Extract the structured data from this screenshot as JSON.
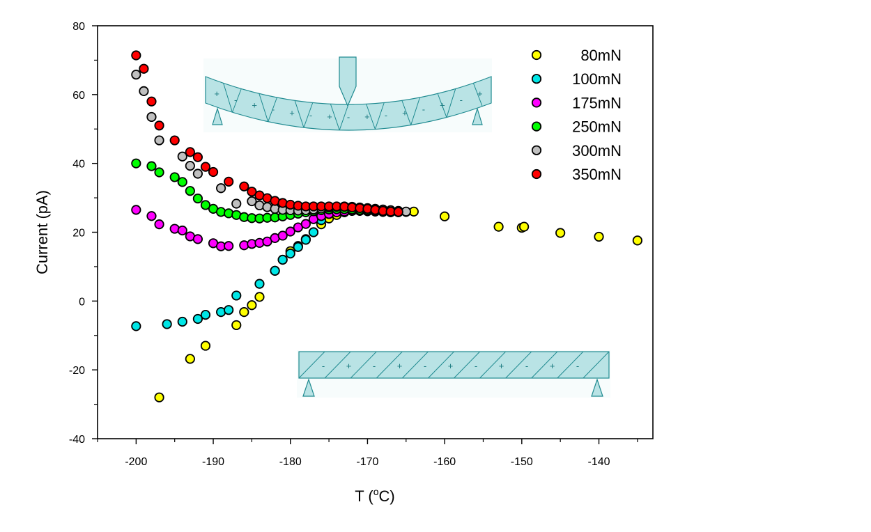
{
  "chart_data": {
    "type": "scatter",
    "title": "",
    "xlabel": "T (",
    "xlabel_sup": "o",
    "xlabel_unit": "C)",
    "ylabel": "Current (pA)",
    "xlim": [
      -205,
      -133
    ],
    "ylim": [
      -40,
      80
    ],
    "xticks": [
      -200,
      -190,
      -180,
      -170,
      -160,
      -150,
      -140
    ],
    "yticks": [
      -40,
      -20,
      0,
      20,
      40,
      60,
      80
    ],
    "grid": false,
    "legend_position": "top-right",
    "series": [
      {
        "name": "80mN",
        "color": "#ffff00",
        "points": [
          [
            -197,
            -28
          ],
          [
            -193,
            -16.8
          ],
          [
            -191,
            -13
          ],
          [
            -187,
            -7
          ],
          [
            -186,
            -3.2
          ],
          [
            -185,
            -1.2
          ],
          [
            -184,
            1.2
          ],
          [
            -182,
            8.8
          ],
          [
            -181,
            12
          ],
          [
            -180,
            14.5
          ],
          [
            -179,
            16
          ],
          [
            -178,
            18
          ],
          [
            -177,
            20
          ],
          [
            -176,
            22.3
          ],
          [
            -175,
            24
          ],
          [
            -174,
            25
          ],
          [
            -173,
            25.8
          ],
          [
            -172,
            26.2
          ],
          [
            -170,
            26.2
          ],
          [
            -168,
            26
          ],
          [
            -166,
            26
          ],
          [
            -164,
            26
          ],
          [
            -160,
            24.6
          ],
          [
            -153,
            21.6
          ],
          [
            -150,
            21.3
          ],
          [
            -149.7,
            21.6
          ],
          [
            -145,
            19.8
          ],
          [
            -140,
            18.7
          ],
          [
            -135,
            17.6
          ]
        ]
      },
      {
        "name": "100mN",
        "color": "#00e6e6",
        "points": [
          [
            -200,
            -7.3
          ],
          [
            -196,
            -6.7
          ],
          [
            -194,
            -6
          ],
          [
            -192,
            -5.2
          ],
          [
            -191,
            -4
          ],
          [
            -189,
            -3.2
          ],
          [
            -188,
            -2.6
          ],
          [
            -187,
            1.6
          ],
          [
            -184,
            5
          ],
          [
            -182,
            8.8
          ],
          [
            -181,
            12
          ],
          [
            -180,
            13.8
          ],
          [
            -179,
            15.7
          ],
          [
            -178,
            17.8
          ],
          [
            -177,
            20
          ],
          [
            -176,
            23.5
          ],
          [
            -175,
            25.3
          ],
          [
            -174,
            26.3
          ],
          [
            -173,
            26.8
          ],
          [
            -172,
            26.8
          ],
          [
            -171,
            26.7
          ],
          [
            -170,
            26.5
          ],
          [
            -169,
            26.3
          ],
          [
            -168,
            26.1
          ],
          [
            -167,
            26
          ]
        ]
      },
      {
        "name": "175mN",
        "color": "#ff00ff",
        "points": [
          [
            -200,
            26.5
          ],
          [
            -198,
            24.7
          ],
          [
            -197,
            22.3
          ],
          [
            -195,
            21
          ],
          [
            -194,
            20.5
          ],
          [
            -193,
            18.8
          ],
          [
            -192,
            18
          ],
          [
            -190,
            16.8
          ],
          [
            -189,
            15.9
          ],
          [
            -188,
            16
          ],
          [
            -186,
            16.2
          ],
          [
            -185,
            16.6
          ],
          [
            -184,
            16.9
          ],
          [
            -183,
            17.3
          ],
          [
            -182,
            18.3
          ],
          [
            -181,
            19
          ],
          [
            -180,
            20.2
          ],
          [
            -179,
            21.4
          ],
          [
            -178,
            22.4
          ],
          [
            -177,
            23.8
          ],
          [
            -176,
            24.7
          ],
          [
            -175,
            25.3
          ],
          [
            -174,
            25.8
          ],
          [
            -173,
            26
          ],
          [
            -172,
            26.2
          ],
          [
            -171,
            26.2
          ],
          [
            -170,
            26.1
          ],
          [
            -169,
            26
          ],
          [
            -168,
            25.9
          ],
          [
            -167,
            25.8
          ],
          [
            -166,
            25.8
          ]
        ]
      },
      {
        "name": "250mN",
        "color": "#00ff00",
        "points": [
          [
            -200,
            40
          ],
          [
            -198,
            39.2
          ],
          [
            -197,
            37.4
          ],
          [
            -195,
            36
          ],
          [
            -194,
            34.6
          ],
          [
            -193,
            32
          ],
          [
            -192,
            29.8
          ],
          [
            -191,
            27.9
          ],
          [
            -190,
            26.8
          ],
          [
            -189,
            25.9
          ],
          [
            -188,
            25.5
          ],
          [
            -187,
            25
          ],
          [
            -186,
            24.4
          ],
          [
            -185,
            24.1
          ],
          [
            -184,
            24
          ],
          [
            -183,
            24.2
          ],
          [
            -182,
            24.3
          ],
          [
            -181,
            24.6
          ],
          [
            -180,
            25
          ],
          [
            -179,
            25.4
          ],
          [
            -178,
            25.8
          ],
          [
            -177,
            26.1
          ],
          [
            -176,
            26.4
          ],
          [
            -175,
            26.6
          ],
          [
            -174,
            26.7
          ],
          [
            -173,
            26.7
          ],
          [
            -172,
            26.6
          ],
          [
            -171,
            26.5
          ],
          [
            -170,
            26.4
          ],
          [
            -169,
            26.3
          ],
          [
            -168,
            26.2
          ],
          [
            -167,
            26.1
          ],
          [
            -166,
            26
          ],
          [
            -165,
            25.9
          ]
        ]
      },
      {
        "name": "300mN",
        "color": "#c0c0c0",
        "points": [
          [
            -200,
            65.8
          ],
          [
            -199,
            61
          ],
          [
            -198,
            53.5
          ],
          [
            -197,
            46.7
          ],
          [
            -194,
            42
          ],
          [
            -193,
            39.3
          ],
          [
            -192,
            37
          ],
          [
            -189,
            32.8
          ],
          [
            -187,
            28.3
          ],
          [
            -185,
            29
          ],
          [
            -184,
            27.8
          ],
          [
            -183,
            27.3
          ],
          [
            -182,
            26.8
          ],
          [
            -181,
            26.5
          ],
          [
            -180,
            26.4
          ],
          [
            -179,
            26.3
          ],
          [
            -178,
            26.4
          ],
          [
            -177,
            26.6
          ],
          [
            -176,
            26.9
          ],
          [
            -175,
            27.2
          ],
          [
            -174,
            27.4
          ],
          [
            -173,
            27.5
          ],
          [
            -172,
            27.4
          ],
          [
            -171,
            27.2
          ],
          [
            -170,
            27
          ],
          [
            -169,
            26.8
          ],
          [
            -168,
            26.6
          ],
          [
            -167,
            26.4
          ],
          [
            -166,
            26.2
          ],
          [
            -165,
            26
          ]
        ]
      },
      {
        "name": "350mN",
        "color": "#ff0000",
        "points": [
          [
            -200,
            71.4
          ],
          [
            -199,
            67.5
          ],
          [
            -198,
            58
          ],
          [
            -197,
            51
          ],
          [
            -195,
            46.7
          ],
          [
            -193,
            43.3
          ],
          [
            -192,
            41.8
          ],
          [
            -191,
            39
          ],
          [
            -190,
            37.5
          ],
          [
            -188,
            34.7
          ],
          [
            -186,
            33.3
          ],
          [
            -185,
            31.8
          ],
          [
            -184,
            30.7
          ],
          [
            -183,
            29.9
          ],
          [
            -182,
            29.1
          ],
          [
            -181,
            28.5
          ],
          [
            -180,
            28
          ],
          [
            -179,
            27.7
          ],
          [
            -178,
            27.5
          ],
          [
            -177,
            27.5
          ],
          [
            -176,
            27.5
          ],
          [
            -175,
            27.5
          ],
          [
            -174,
            27.5
          ],
          [
            -173,
            27.4
          ],
          [
            -172,
            27.2
          ],
          [
            -171,
            27
          ],
          [
            -170,
            26.8
          ],
          [
            -169,
            26.5
          ],
          [
            -168,
            26.2
          ],
          [
            -167,
            26
          ],
          [
            -166,
            25.9
          ]
        ]
      }
    ]
  },
  "inset_top": {
    "signs": [
      "+",
      "-",
      "+",
      "-",
      "+",
      "-",
      "+",
      "-",
      "+",
      "-",
      "+",
      "-",
      "+",
      "-",
      "+"
    ]
  },
  "inset_bottom": {
    "signs": [
      "-",
      "+",
      "-",
      "+",
      "-",
      "+",
      "-",
      "+",
      "-",
      "+",
      "-"
    ]
  }
}
